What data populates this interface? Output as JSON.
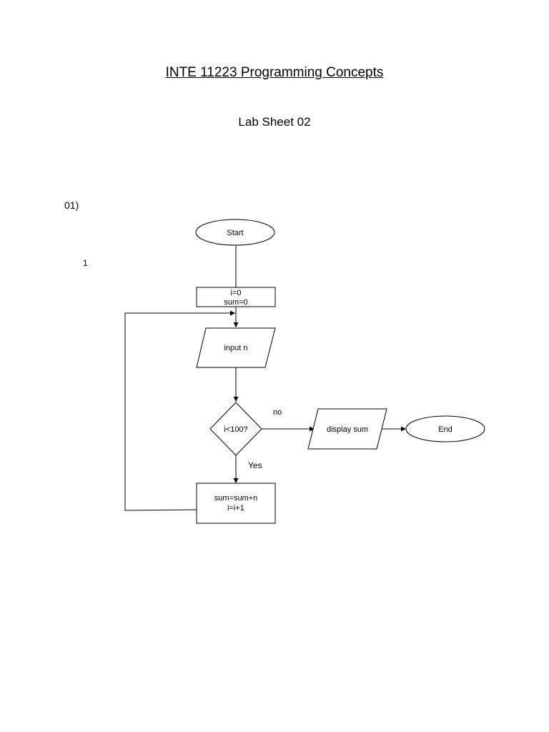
{
  "document": {
    "title": "INTE 11223 Programming Concepts",
    "subtitle": "Lab Sheet 02",
    "question_number": "01)",
    "margin_note": "1"
  },
  "flowchart": {
    "start": "Start",
    "init_line1": "i=0",
    "init_line2": "sum=0",
    "input": "input n",
    "decision": "i<100?",
    "edge_no": "no",
    "edge_yes": "Yes",
    "output": "display sum",
    "end": "End",
    "process_line1": "sum=sum+n",
    "process_line2": "i=i+1"
  }
}
